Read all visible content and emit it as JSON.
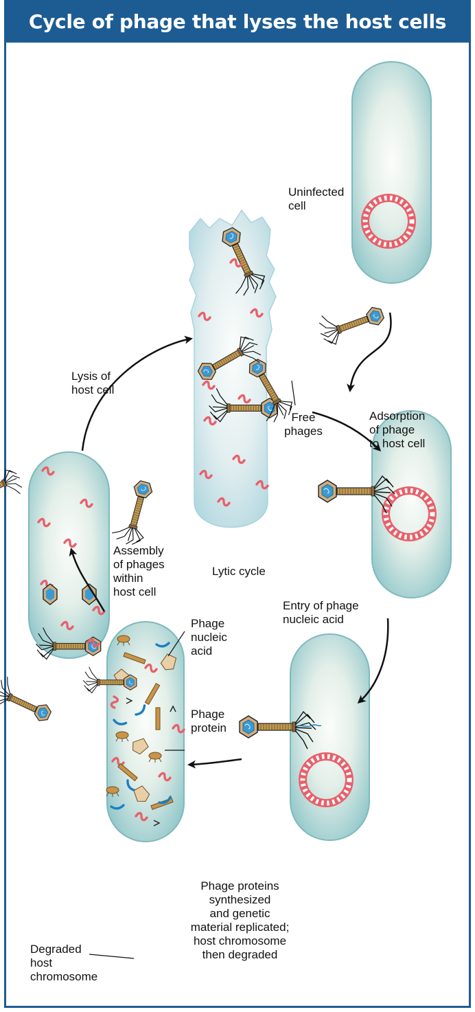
{
  "title": "Cycle of phage that lyses the host cells",
  "labels": {
    "uninfected": [
      "Uninfected",
      "cell"
    ],
    "adsorption": [
      "Adsorption",
      "of phage",
      "to host cell"
    ],
    "entry": [
      "Entry of phage",
      "nucleic acid"
    ],
    "synthesis": [
      "Phage proteins",
      "synthesized",
      "and genetic",
      "material replicated;",
      "host chromosome",
      "then degraded"
    ],
    "phage_nucleic_acid": [
      "Phage",
      "nucleic",
      "acid"
    ],
    "phage_protein": [
      "Phage",
      "protein"
    ],
    "degraded_chromosome": [
      "Degraded",
      "host",
      "chromosome"
    ],
    "assembly": [
      "Assembly",
      "of phages",
      "within",
      "host cell"
    ],
    "lysis": [
      "Lysis of",
      "host cell"
    ],
    "free_phages": [
      "Free",
      "phages"
    ],
    "lytic_cycle": "Lytic cycle"
  },
  "colors": {
    "frame": "#1d5c93",
    "cell": "#b9dcdc",
    "chromosome": "#e8606a",
    "dna_fragment": "#1b7fc4",
    "phage_body": "#c8a878"
  }
}
